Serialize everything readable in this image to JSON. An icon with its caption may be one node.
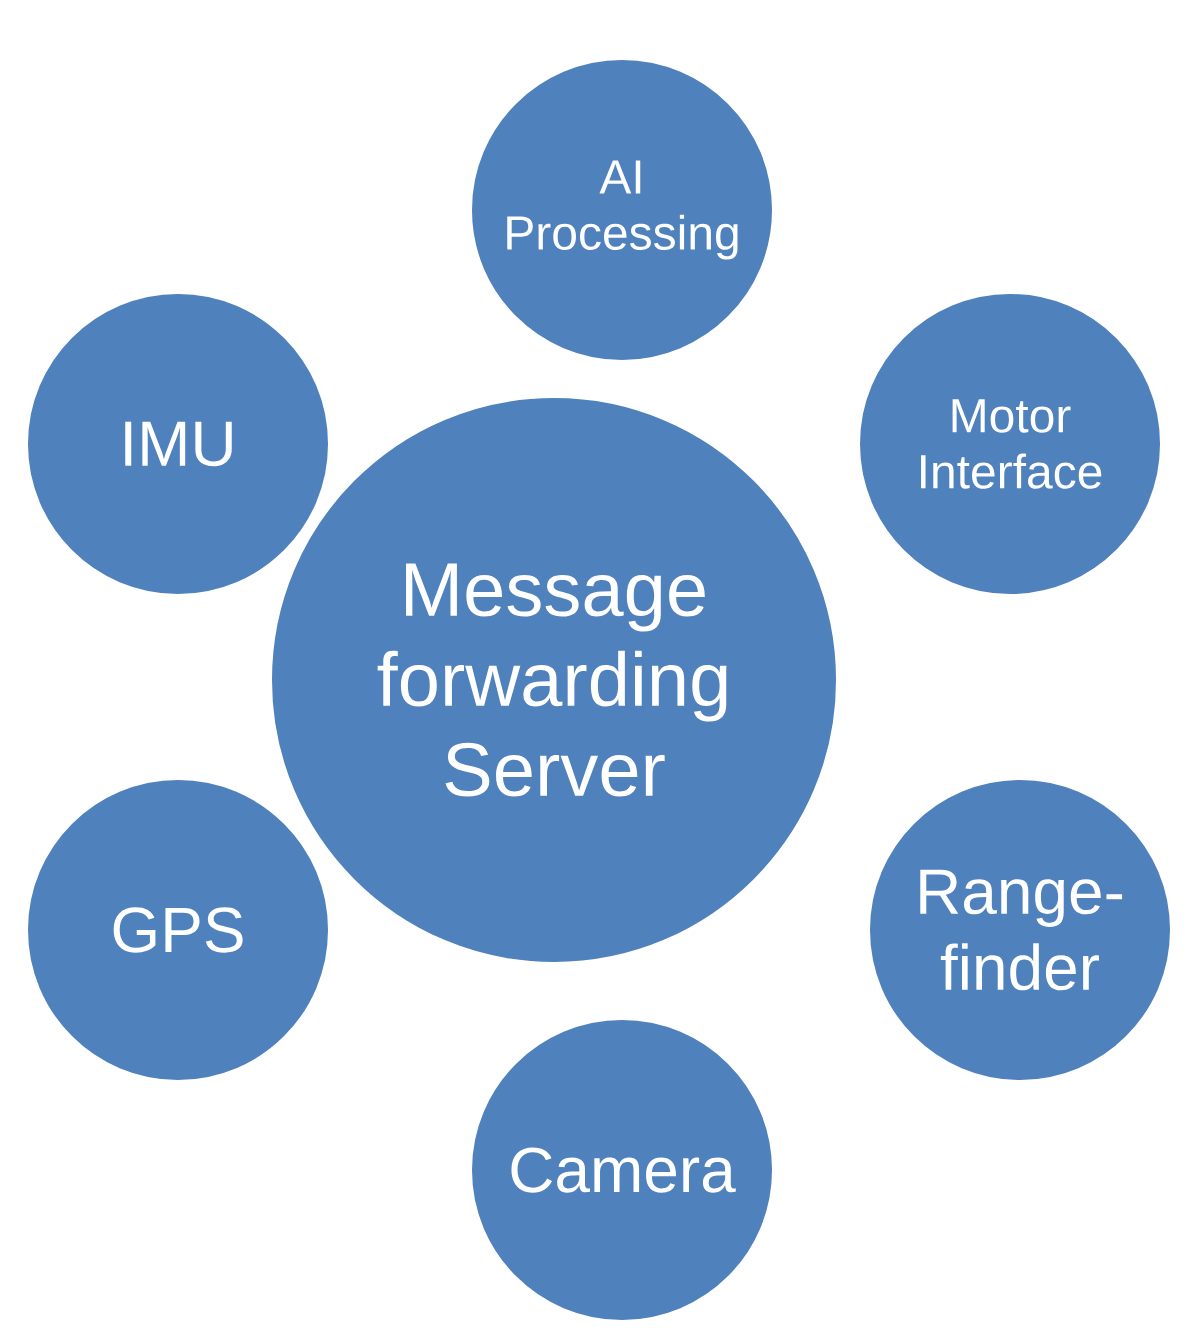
{
  "diagram": {
    "nodes": [
      {
        "text": [
          "AI Processing"
        ]
      },
      {
        "text": [
          "IMU"
        ]
      },
      {
        "text": [
          "Motor Interface"
        ]
      },
      {
        "text": [
          "Message forwarding Server"
        ]
      },
      {
        "text": [
          "GPS"
        ]
      },
      {
        "text": [
          "Range-finder"
        ]
      },
      {
        "text": [
          "Camera"
        ]
      }
    ]
  }
}
